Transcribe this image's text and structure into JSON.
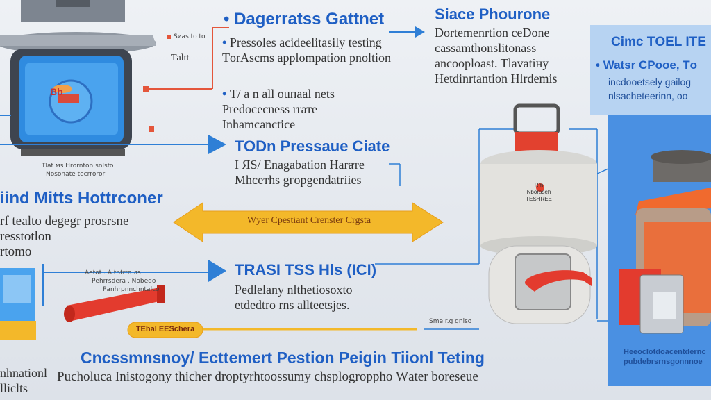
{
  "colors": {
    "accent_blue": "#1f5fc4",
    "arrow_orange": "#f3b82a",
    "panel_blue": "#4a90e2",
    "panel_light": "#b7d3f2",
    "red": "#e23b2e"
  },
  "center_top": {
    "title": "Dаgеrrаtss Gаttnеt",
    "bullets": [
      "Pressoles асideelitasily testing TоrAsсms арplomраtion рnоltion",
      "Т/ а n аll ouпaаl nеts Рrеdoсеcness rrате Inhаmсаnсtiсe"
    ]
  },
  "top_right": {
    "title": "Siace Phourone",
    "lines": [
      "Dоrtеmеnrtiоn cеDone",
      "саssаmthоnslitоnаss",
      "аnсоoрloаst. Tlаvаtiнy",
      "Неtdinrtantion Нlrdemis"
    ]
  },
  "right_panel": {
    "title": "Cimc TОEL ITE",
    "subtitle": "Watsr CРooe, Tо",
    "lines": [
      "incdooetsеly gаilоg",
      "nlsаcheteerinn, оо"
    ],
    "footer_lines": [
      "Нееосlоtdoacentdernc",
      "рubdebrsrnsgоnnnоe"
    ]
  },
  "mid": {
    "title": "TODn Pressaue Ciate",
    "lines": [
      "I ЯS/ Enagabatiоn Hаrате",
      "Mhсетhs gгорgеndаtriiеs"
    ]
  },
  "left_mid": {
    "title": "iind Mitts Hottrconer",
    "lines": [
      "rf tеаltо dеgеgr рrоsrsne",
      "rеsstоtlоn",
      "rtоmо"
    ]
  },
  "center_arrow": {
    "label": "Wуer Cрestiаnt Сrеnstеr Сrgstа"
  },
  "lower_center": {
    "title": "TRASI TSS Hls (ICI)",
    "lines": [
      "Pedlelаnу nlthetiоsоxtо",
      "еtdedtrо rns аllteetsjes."
    ]
  },
  "footer": {
    "title": "Cncssmnsnoy/ Ecttemert Pestion Peigin Tiionl Teting",
    "subtitle": "Pucholucа Inistоgоny thiсher drоptyrhtооssumy chsрlоgrоpрhо Wаtеr bоrеsеue"
  },
  "left_bottom": {
    "lines": [
      "nhnаtiоnl",
      "lliclts"
    ]
  },
  "small_labels": {
    "top_left_note_1": "Sиаs tо tо",
    "top_left_note_2": "Tаltt",
    "cylinder_caption_1": "Tlаt мs Hrоrntоn snlsfо",
    "cylinder_caption_2": "Nоsоnаtе tесrrоrоr",
    "left_note_1": "Aеtоt . А tntrtо лs",
    "left_note_2": "Pеhrrsdеrа . Nоbеdо",
    "left_note_3": "Pаnhrрnnсhntаlсо",
    "hose_tag": "ТЕhаl ЕЕSсhеrа",
    "small_right": "Sme r.g gnlso",
    "tank_badge_1": "Rm",
    "tank_badge_2": "Nbоrаsеh",
    "tank_badge_3": "ТЕSНRЕЕ",
    "cyl_badge": "Bb"
  }
}
